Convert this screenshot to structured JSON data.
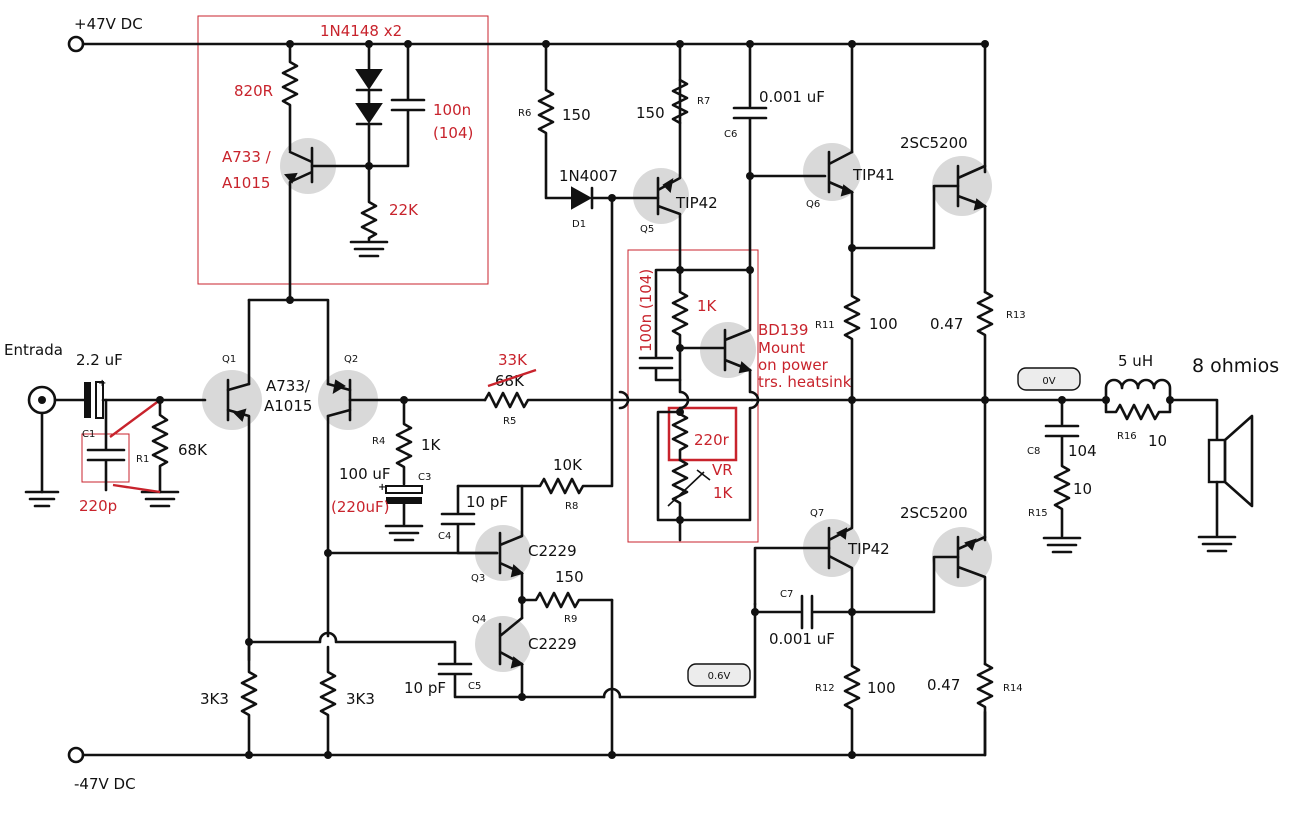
{
  "rails": {
    "positive": "+47V DC",
    "negative": "-47V DC"
  },
  "input": {
    "label": "Entrada",
    "cap_value": "2.2 uF",
    "cap_polarity": "+",
    "c1_ref": "C1",
    "c1_value": "220p",
    "r1_ref": "R1",
    "r1_value": "68K"
  },
  "current_source": {
    "diodes": "1N4148 x2",
    "resistor": "820R",
    "cap_value": "100n",
    "cap_code": "(104)",
    "transistor_line1": "A733 /",
    "transistor_line2": "A1015",
    "bias_resistor": "22K"
  },
  "diff_pair": {
    "q1_ref": "Q1",
    "q2_ref": "Q2",
    "type_line1": "A733/",
    "type_line2": "A1015",
    "r_left": "3K3",
    "r_right": "3K3"
  },
  "feedback": {
    "r5_ref": "R5",
    "r5_new": "33K",
    "r5_old": "68K",
    "r4_ref": "R4",
    "r4_value": "1K",
    "c3_ref": "C3",
    "c3_value": "100 uF",
    "c3_alt": "(220uF)",
    "c3_polarity": "+"
  },
  "vas": {
    "r8_ref": "R8",
    "r8_value": "10K",
    "c4_ref": "C4",
    "c4_value": "10 pF",
    "q3_ref": "Q3",
    "q3_type": "C2229",
    "r9_ref": "R9",
    "r9_value": "150",
    "q4_ref": "Q4",
    "q4_type": "C2229",
    "c5_ref": "C5",
    "c5_value": "10 pF"
  },
  "top_driver": {
    "r6_ref": "R6",
    "r6_value": "150",
    "d1_type": "1N4007",
    "d1_ref": "D1",
    "r7_ref": "R7",
    "r7_value": "150",
    "q5_ref": "Q5",
    "q5_type": "TIP42",
    "c6_ref": "C6",
    "c6_value": "0.001 uF"
  },
  "bias": {
    "cap": "100n (104)",
    "r_value": "1K",
    "transistor": "BD139",
    "note_line1": "Mount",
    "note_line2": "on power",
    "note_line3": "trs. heatsink",
    "r_trim": "220r",
    "vr_label": "VR",
    "vr_value": "1K",
    "voltage": "0.6V"
  },
  "output": {
    "q6_ref": "Q6",
    "q6_type": "TIP41",
    "q7_ref": "Q7",
    "q7_type": "TIP42",
    "power_top": "2SC5200",
    "power_bottom": "2SC5200",
    "r11_ref": "R11",
    "r11_value": "100",
    "r12_ref": "R12",
    "r12_value": "100",
    "r13_ref": "R13",
    "r13_value": "0.47",
    "r14_ref": "R14",
    "r14_value": "0.47",
    "c7_ref": "C7",
    "c7_value": "0.001 uF",
    "zero_volt": "0V"
  },
  "zobel": {
    "c8_ref": "C8",
    "c8_value": "104",
    "r15_ref": "R15",
    "r15_value": "10",
    "l_value": "5 uH",
    "r16_ref": "R16",
    "r16_value": "10",
    "speaker": "8 ohmios"
  }
}
